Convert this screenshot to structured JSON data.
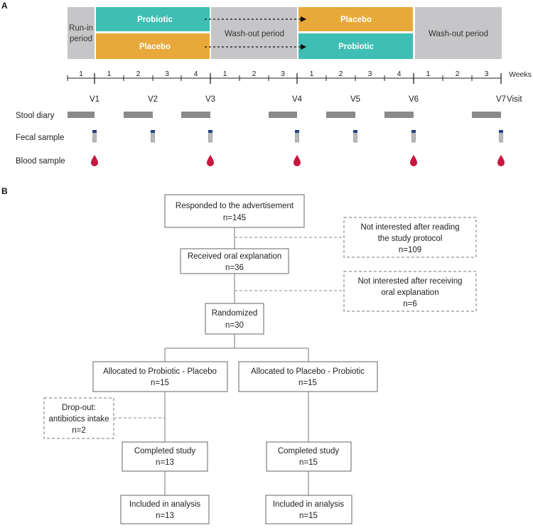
{
  "panel_a": {
    "label": "A",
    "colors": {
      "probiotic": "#3fbfb4",
      "placebo": "#e8a93a",
      "period": "#c6c6c8",
      "diary": "#8a8a8a",
      "blood": "#c8163f",
      "tube_cap": "#1f3f80"
    },
    "periods": {
      "run_in": "Run-in\nperiod",
      "washout_1": "Wash-out period",
      "washout_2": "Wash-out period"
    },
    "treatments": {
      "probiotic_1": "Probiotic",
      "placebo_1": "Placebo",
      "placebo_2": "Placebo",
      "probiotic_2": "Probiotic"
    },
    "weeks_label": "Weeks",
    "visit_label": "Visit",
    "week_ticks": [
      "1",
      "1",
      "2",
      "3",
      "4",
      "1",
      "2",
      "3",
      "1",
      "2",
      "3",
      "4",
      "1",
      "2",
      "3"
    ],
    "visits": [
      "V1",
      "V2",
      "V3",
      "V4",
      "V5",
      "V6",
      "V7"
    ],
    "rows": {
      "stool_diary": "Stool diary",
      "fecal_sample": "Fecal sample",
      "blood_sample": "Blood sample"
    }
  },
  "panel_b": {
    "label": "B",
    "boxes": {
      "responded": [
        "Responded to the advertisement",
        "n=145"
      ],
      "not_interested_reading": [
        "Not interested after reading",
        "the study protocol",
        "n=109"
      ],
      "oral_explanation": [
        "Received oral explanation",
        "n=36"
      ],
      "not_interested_oral": [
        "Not interested after receiving",
        "oral explanation",
        "n=6"
      ],
      "randomized": [
        "Randomized",
        "n=30"
      ],
      "alloc_prob_plac": [
        "Allocated to Probiotic - Placebo",
        "n=15"
      ],
      "alloc_plac_prob": [
        "Allocated to Placebo - Probiotic",
        "n=15"
      ],
      "dropout": [
        "Drop-out:",
        "antibiotics intake",
        "n=2"
      ],
      "completed_left": [
        "Completed study",
        "n=13"
      ],
      "completed_right": [
        "Completed study",
        "n=15"
      ],
      "included_left": [
        "Included in analysis",
        "n=13"
      ],
      "included_right": [
        "Included in analysis",
        "n=15"
      ]
    }
  }
}
